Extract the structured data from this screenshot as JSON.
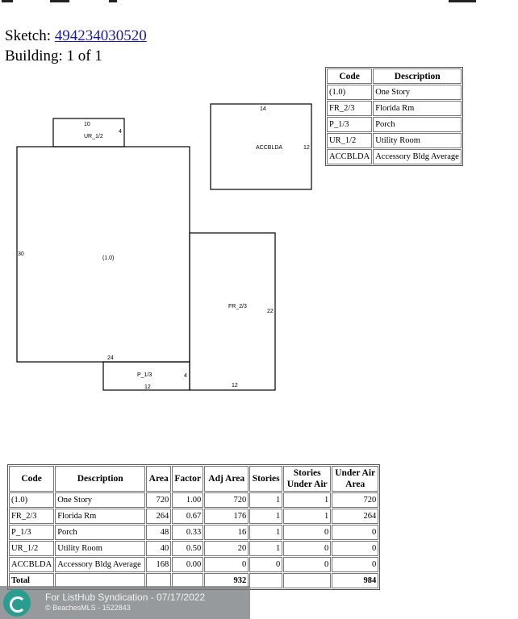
{
  "sketch_label": "Sketch:",
  "folio": "494234030520",
  "building": "Building: 1 of 1",
  "legend": {
    "headers": [
      "Code",
      "Description"
    ],
    "rows": [
      [
        "(1.0)",
        "One Story"
      ],
      [
        "FR_2/3",
        "Florida Rm"
      ],
      [
        "P_1/3",
        "Porch"
      ],
      [
        "UR_1/2",
        "Utility Room"
      ],
      [
        "ACCBLDA",
        "Accessory Bldg Average"
      ]
    ]
  },
  "drawing": {
    "labels": {
      "ur_top": "10",
      "ur_code": "UR_1/2",
      "ur_side": "4",
      "acc_top": "14",
      "acc_code": "ACCBLDA",
      "acc_side": "12",
      "main_side": "30",
      "main_code": "(1.0)",
      "main_bottom": "24",
      "fr_code": "FR_2/3",
      "fr_side": "22",
      "fr_bottom": "12",
      "p_code": "P_1/3",
      "p_side": "4",
      "p_bottom": "12"
    }
  },
  "summary": {
    "headers": [
      "Code",
      "Description",
      "Area",
      "Factor",
      "Adj Area",
      "Stories",
      "Stories Under Air",
      "Under Air Area"
    ],
    "rows": [
      [
        "(1.0)",
        "One Story",
        "720",
        "1.00",
        "720",
        "1",
        "1",
        "720"
      ],
      [
        "FR_2/3",
        "Florida Rm",
        "264",
        "0.67",
        "176",
        "1",
        "1",
        "264"
      ],
      [
        "P_1/3",
        "Porch",
        "48",
        "0.33",
        "16",
        "1",
        "0",
        "0"
      ],
      [
        "UR_1/2",
        "Utility Room",
        "40",
        "0.50",
        "20",
        "1",
        "0",
        "0"
      ],
      [
        "ACCBLDA",
        "Accessory Bldg Average",
        "168",
        "0.00",
        "0",
        "0",
        "0",
        "0"
      ]
    ],
    "total": [
      "Total",
      "",
      "",
      "",
      "932",
      "",
      "",
      "984"
    ]
  },
  "watermark": {
    "line1": "For ListHub Syndication - 07/17/2022",
    "line2": "© BeachesMLS - 1522843"
  }
}
